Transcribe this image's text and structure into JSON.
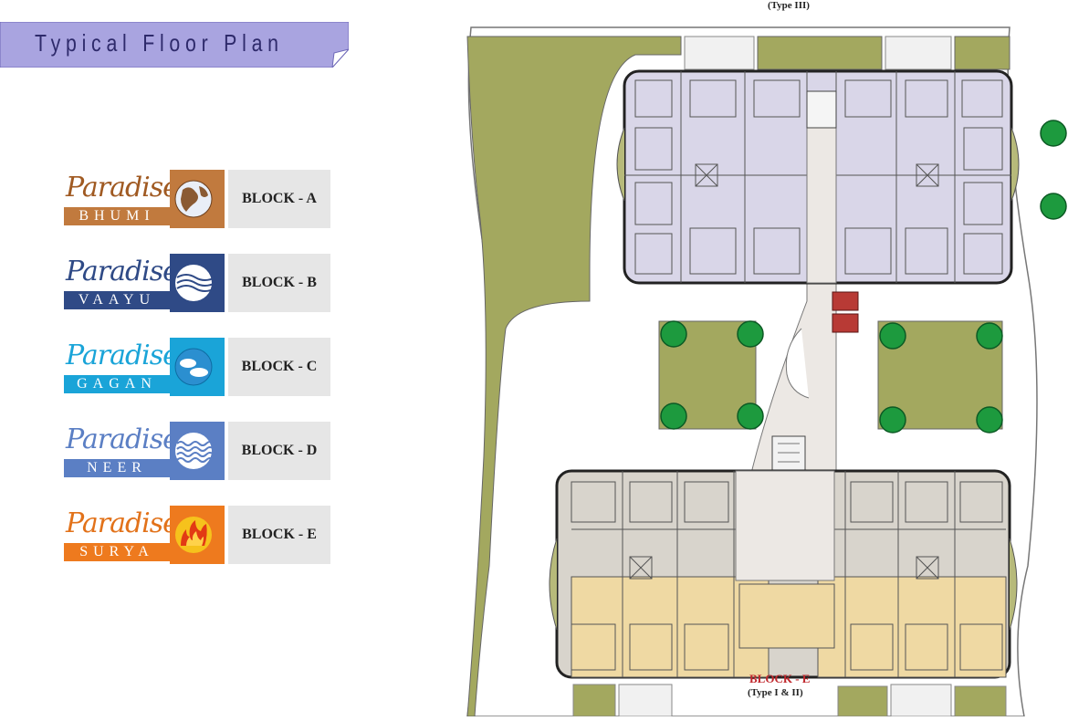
{
  "header": {
    "title": "Typical Floor Plan"
  },
  "blocks": [
    {
      "brand": "Paradise",
      "sub": "BHUMI",
      "label": "BLOCK - A",
      "accent": "#c17a3e",
      "script_color": "#a05a22",
      "icon": "globe-icon"
    },
    {
      "brand": "Paradise",
      "sub": "VAAYU",
      "label": "BLOCK - B",
      "accent": "#2f4a86",
      "script_color": "#2f4a86",
      "icon": "wind-waves-icon"
    },
    {
      "brand": "Paradise",
      "sub": "GAGAN",
      "label": "BLOCK - C",
      "accent": "#1aa4d8",
      "script_color": "#1aa4d8",
      "icon": "sky-clouds-icon"
    },
    {
      "brand": "Paradise",
      "sub": "NEER",
      "label": "BLOCK - D",
      "accent": "#5b7fc4",
      "script_color": "#5b7fc4",
      "icon": "water-waves-icon"
    },
    {
      "brand": "Paradise",
      "sub": "SURYA",
      "label": "BLOCK - E",
      "accent": "#ee7a1e",
      "script_color": "#e2721a",
      "icon": "fire-icon"
    }
  ],
  "plan": {
    "top_type": "(Type III)",
    "bottom_block": "BLOCK - E",
    "bottom_type": "(Type I & II)"
  },
  "colors": {
    "lawn": "#a3a85f",
    "tree": "#1d9a3e",
    "upper_units": "#d9d6e8",
    "lower_units_grey": "#d8d4cc",
    "lower_units_yellow": "#efd9a3",
    "lift": "#b83a35",
    "title_ribbon": "#a9a4e0"
  }
}
